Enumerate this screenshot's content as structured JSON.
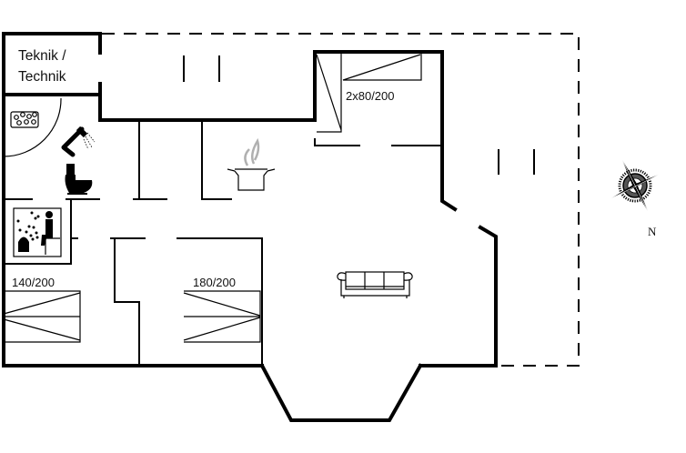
{
  "floorplan": {
    "rooms": {
      "technik": {
        "line1": "Teknik /",
        "line2": "Technik"
      },
      "bedroom_bunk": {
        "bed_label": "2x80/200"
      },
      "bedroom_1": {
        "bed_label": "140/200"
      },
      "bedroom_2": {
        "bed_label": "180/200"
      }
    },
    "icons": [
      "hot-tub-icon",
      "shower-icon",
      "toilet-icon",
      "sauna-icon",
      "cooking-pot-icon",
      "sofa-icon",
      "compass-rose-icon"
    ],
    "compass": {
      "label": "N"
    },
    "colors": {
      "wall": "#000000",
      "background": "#ffffff",
      "steam": "#b0b0b0"
    }
  }
}
